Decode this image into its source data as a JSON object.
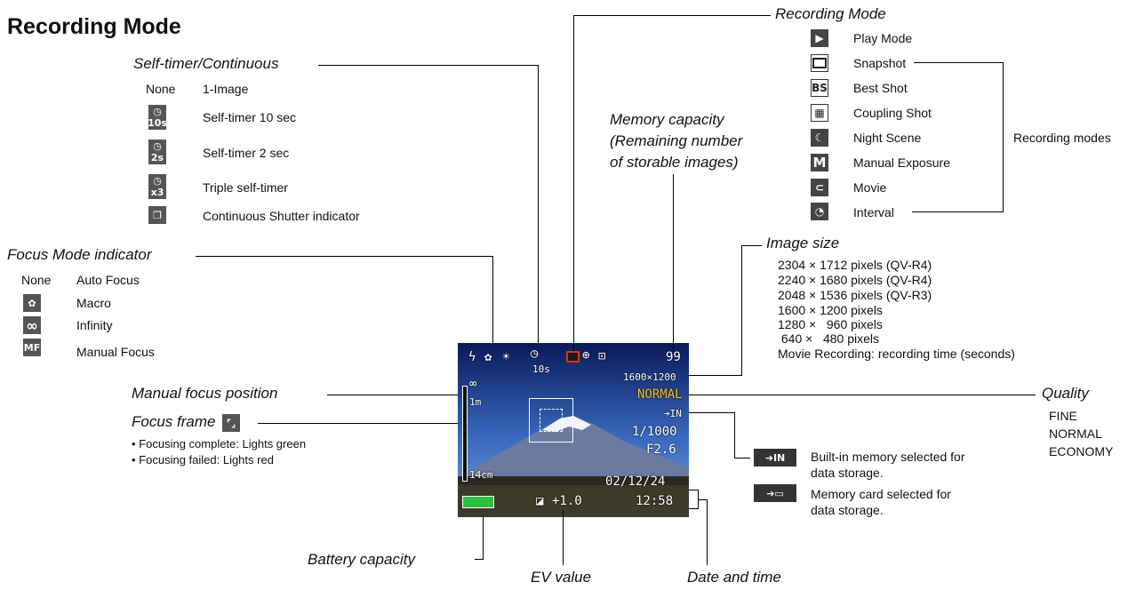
{
  "title": "Recording Mode",
  "self_timer": {
    "label": "Self-timer/Continuous",
    "items": [
      {
        "icon": "none-text",
        "icon_text": "None",
        "label": "1-Image"
      },
      {
        "icon": "self-timer-10-icon",
        "icon_text": "10s",
        "label": "Self-timer 10 sec"
      },
      {
        "icon": "self-timer-2-icon",
        "icon_text": "2s",
        "label": "Self-timer 2 sec"
      },
      {
        "icon": "triple-timer-icon",
        "icon_text": "x3",
        "label": "Triple self-timer"
      },
      {
        "icon": "continuous-shutter-icon",
        "icon_text": "",
        "label": "Continuous Shutter indicator"
      }
    ]
  },
  "focus_mode": {
    "label": "Focus Mode indicator",
    "items": [
      {
        "icon": "none-text",
        "icon_text": "None",
        "label": "Auto Focus"
      },
      {
        "icon": "macro-icon",
        "icon_text": "",
        "label": "Macro"
      },
      {
        "icon": "infinity-icon",
        "icon_text": "∞",
        "label": "Infinity"
      },
      {
        "icon": "manual-focus-icon",
        "icon_text": "MF",
        "label": "Manual Focus"
      }
    ]
  },
  "manual_focus_position": "Manual focus position",
  "focus_frame": {
    "label": "Focus frame",
    "bullets": [
      "Focusing complete: Lights green",
      "Focusing failed: Lights red"
    ]
  },
  "recording_mode": {
    "label": "Recording Mode",
    "group_label": "Recording modes",
    "items": [
      {
        "icon": "play-icon",
        "icon_text": "▶",
        "label": "Play Mode"
      },
      {
        "icon": "snapshot-icon",
        "icon_text": "",
        "label": "Snapshot"
      },
      {
        "icon": "best-shot-icon",
        "icon_text": "BS",
        "label": "Best Shot"
      },
      {
        "icon": "coupling-shot-icon",
        "icon_text": "▦",
        "label": "Coupling Shot"
      },
      {
        "icon": "night-scene-icon",
        "icon_text": "☾",
        "label": "Night Scene"
      },
      {
        "icon": "manual-exposure-icon",
        "icon_text": "M",
        "label": "Manual Exposure"
      },
      {
        "icon": "movie-icon",
        "icon_text": "⊂",
        "label": "Movie"
      },
      {
        "icon": "interval-icon",
        "icon_text": "◔",
        "label": "Interval"
      }
    ]
  },
  "memory_capacity": {
    "lines": [
      "Memory capacity",
      "(Remaining number",
      "of storable images)"
    ]
  },
  "image_size": {
    "label": "Image size",
    "lines": [
      "2304 × 1712 pixels (QV-R4)",
      "2240 × 1680 pixels (QV-R4)",
      "2048 × 1536 pixels (QV-R3)",
      "1600 × 1200 pixels",
      "1280 ×   960 pixels",
      " 640 ×   480 pixels",
      "Movie Recording: recording time (seconds)"
    ]
  },
  "quality": {
    "label": "Quality",
    "options": [
      "FINE",
      "NORMAL",
      "ECONOMY"
    ]
  },
  "storage": {
    "builtin": [
      "Built-in memory selected for",
      "data storage."
    ],
    "card": [
      "Memory card selected for",
      "data storage."
    ],
    "builtin_icon_text": "➔IN",
    "card_icon_text": "➔▭"
  },
  "battery_capacity": "Battery capacity",
  "ev_value": "EV value",
  "date_and_time": "Date and time",
  "lcd": {
    "remaining": "99",
    "image_size": "1600×1200",
    "quality": "NORMAL",
    "storage": "➔IN",
    "shutter": "1/1000",
    "aperture": "F2.6",
    "date": "02/12/24",
    "time": "12:58",
    "ev": "+1.0",
    "focus_inf": "∞",
    "focus_1m": "1m",
    "focus_14cm": "14cm",
    "timer": "10s"
  },
  "colors": {
    "lcd_text": "#ffffff",
    "lcd_yellow": "#f0c030",
    "record_icon": "#e03010",
    "battery": "#30c040"
  }
}
